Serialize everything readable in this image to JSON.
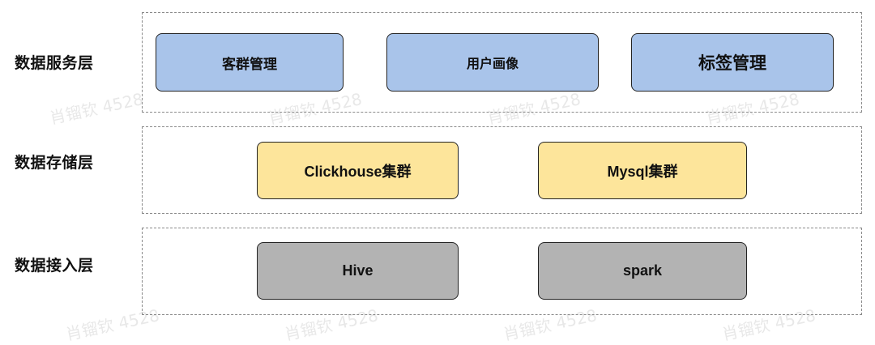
{
  "layers": [
    {
      "label": "数据服务层"
    },
    {
      "label": "数据存储层"
    },
    {
      "label": "数据接入层"
    }
  ],
  "service_layer": {
    "boxes": [
      "客群管理",
      "用户画像",
      "标签管理"
    ],
    "color": "#a9c4ea"
  },
  "storage_layer": {
    "boxes": [
      "Clickhouse集群",
      "Mysql集群"
    ],
    "color": "#fde59b"
  },
  "ingest_layer": {
    "boxes": [
      "Hive",
      "spark"
    ],
    "color": "#b3b3b3"
  },
  "watermark": "肖镏钦 4528"
}
